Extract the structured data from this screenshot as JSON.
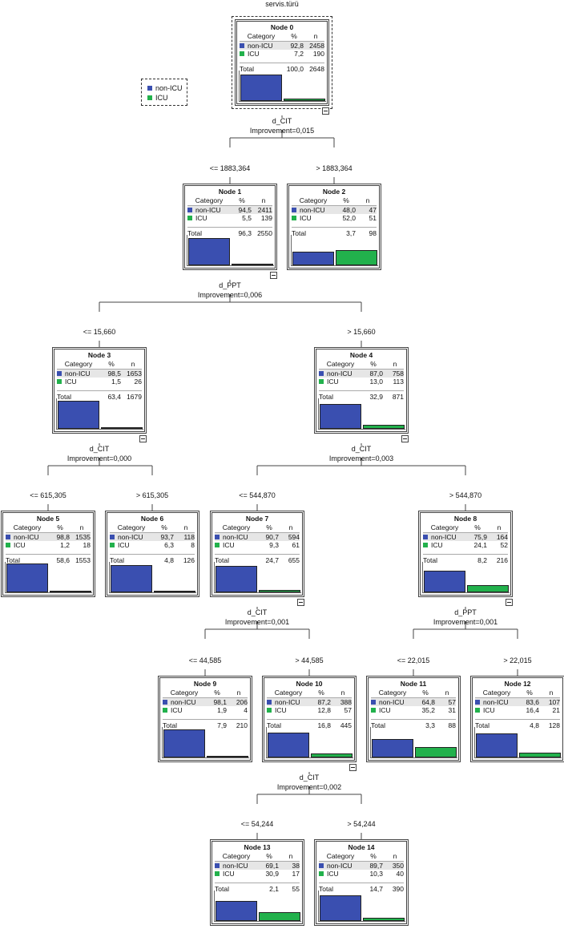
{
  "root_label": "servis.türü",
  "legend": [
    {
      "label": "non-ICU",
      "color": "#3a4fb0"
    },
    {
      "label": "ICU",
      "color": "#22b14c"
    }
  ],
  "table_headers": {
    "category": "Category",
    "pct": "%",
    "n": "n",
    "total": "Total"
  },
  "nodes": [
    {
      "id": "Node 0",
      "rows": [
        [
          "non-ICU",
          "92,8",
          "2458"
        ],
        [
          "ICU",
          "7,2",
          "190"
        ]
      ],
      "total": [
        "100,0",
        "2648"
      ],
      "expandable": true
    },
    {
      "id": "Node 1",
      "rows": [
        [
          "non-ICU",
          "94,5",
          "2411"
        ],
        [
          "ICU",
          "5,5",
          "139"
        ]
      ],
      "total": [
        "96,3",
        "2550"
      ],
      "expandable": true
    },
    {
      "id": "Node 2",
      "rows": [
        [
          "non-ICU",
          "48,0",
          "47"
        ],
        [
          "ICU",
          "52,0",
          "51"
        ]
      ],
      "total": [
        "3,7",
        "98"
      ],
      "expandable": false
    },
    {
      "id": "Node 3",
      "rows": [
        [
          "non-ICU",
          "98,5",
          "1653"
        ],
        [
          "ICU",
          "1,5",
          "26"
        ]
      ],
      "total": [
        "63,4",
        "1679"
      ],
      "expandable": true
    },
    {
      "id": "Node 4",
      "rows": [
        [
          "non-ICU",
          "87,0",
          "758"
        ],
        [
          "ICU",
          "13,0",
          "113"
        ]
      ],
      "total": [
        "32,9",
        "871"
      ],
      "expandable": true
    },
    {
      "id": "Node 5",
      "rows": [
        [
          "non-ICU",
          "98,8",
          "1535"
        ],
        [
          "ICU",
          "1,2",
          "18"
        ]
      ],
      "total": [
        "58,6",
        "1553"
      ],
      "expandable": false
    },
    {
      "id": "Node 6",
      "rows": [
        [
          "non-ICU",
          "93,7",
          "118"
        ],
        [
          "ICU",
          "6,3",
          "8"
        ]
      ],
      "total": [
        "4,8",
        "126"
      ],
      "expandable": false
    },
    {
      "id": "Node 7",
      "rows": [
        [
          "non-ICU",
          "90,7",
          "594"
        ],
        [
          "ICU",
          "9,3",
          "61"
        ]
      ],
      "total": [
        "24,7",
        "655"
      ],
      "expandable": true
    },
    {
      "id": "Node 8",
      "rows": [
        [
          "non-ICU",
          "75,9",
          "164"
        ],
        [
          "ICU",
          "24,1",
          "52"
        ]
      ],
      "total": [
        "8,2",
        "216"
      ],
      "expandable": true
    },
    {
      "id": "Node 9",
      "rows": [
        [
          "non-ICU",
          "98,1",
          "206"
        ],
        [
          "ICU",
          "1,9",
          "4"
        ]
      ],
      "total": [
        "7,9",
        "210"
      ],
      "expandable": false
    },
    {
      "id": "Node 10",
      "rows": [
        [
          "non-ICU",
          "87,2",
          "388"
        ],
        [
          "ICU",
          "12,8",
          "57"
        ]
      ],
      "total": [
        "16,8",
        "445"
      ],
      "expandable": true
    },
    {
      "id": "Node 11",
      "rows": [
        [
          "non-ICU",
          "64,8",
          "57"
        ],
        [
          "ICU",
          "35,2",
          "31"
        ]
      ],
      "total": [
        "3,3",
        "88"
      ],
      "expandable": false
    },
    {
      "id": "Node 12",
      "rows": [
        [
          "non-ICU",
          "83,6",
          "107"
        ],
        [
          "ICU",
          "16,4",
          "21"
        ]
      ],
      "total": [
        "4,8",
        "128"
      ],
      "expandable": false
    },
    {
      "id": "Node 13",
      "rows": [
        [
          "non-ICU",
          "69,1",
          "38"
        ],
        [
          "ICU",
          "30,9",
          "17"
        ]
      ],
      "total": [
        "2,1",
        "55"
      ],
      "expandable": false
    },
    {
      "id": "Node 14",
      "rows": [
        [
          "non-ICU",
          "89,7",
          "350"
        ],
        [
          "ICU",
          "10,3",
          "40"
        ]
      ],
      "total": [
        "14,7",
        "390"
      ],
      "expandable": false
    }
  ],
  "splits": [
    {
      "parent": "Node 0",
      "variable": "d_CIT",
      "improvement": "Improvement=0,015",
      "left_label": "<= 1883,364",
      "right_label": "> 1883,364",
      "left": "Node 1",
      "right": "Node 2"
    },
    {
      "parent": "Node 1",
      "variable": "d_PPT",
      "improvement": "Improvement=0,006",
      "left_label": "<= 15,660",
      "right_label": "> 15,660",
      "left": "Node 3",
      "right": "Node 4"
    },
    {
      "parent": "Node 3",
      "variable": "d_CIT",
      "improvement": "Improvement=0,000",
      "left_label": "<= 615,305",
      "right_label": "> 615,305",
      "left": "Node 5",
      "right": "Node 6"
    },
    {
      "parent": "Node 4",
      "variable": "d_CIT",
      "improvement": "Improvement=0,003",
      "left_label": "<= 544,870",
      "right_label": "> 544,870",
      "left": "Node 7",
      "right": "Node 8"
    },
    {
      "parent": "Node 7",
      "variable": "d_CIT",
      "improvement": "Improvement=0,001",
      "left_label": "<= 44,585",
      "right_label": "> 44,585",
      "left": "Node 9",
      "right": "Node 10"
    },
    {
      "parent": "Node 8",
      "variable": "d_PPT",
      "improvement": "Improvement=0,001",
      "left_label": "<= 22,015",
      "right_label": "> 22,015",
      "left": "Node 11",
      "right": "Node 12"
    },
    {
      "parent": "Node 10",
      "variable": "d_CIT",
      "improvement": "Improvement=0,002",
      "left_label": "<= 54,244",
      "right_label": "> 54,244",
      "left": "Node 13",
      "right": "Node 14"
    }
  ]
}
